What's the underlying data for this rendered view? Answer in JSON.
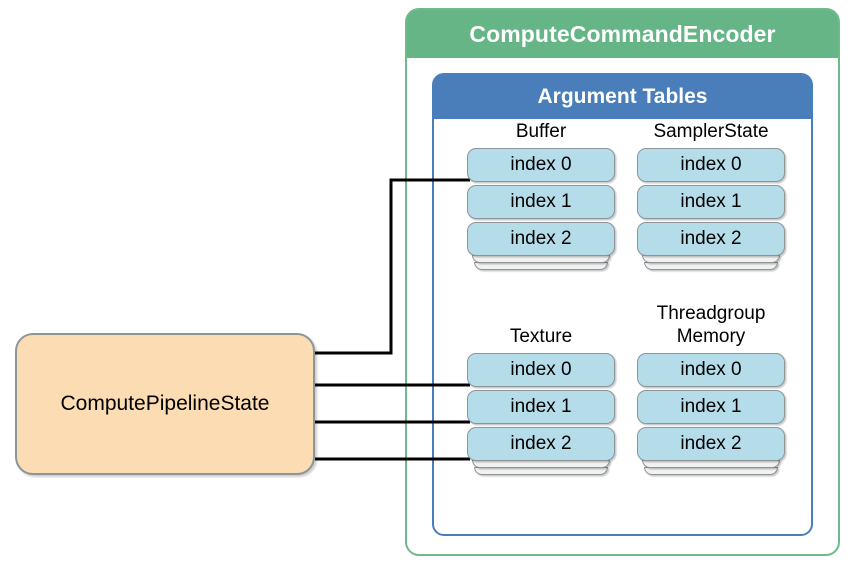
{
  "diagram": {
    "title": "Metal ComputeCommandEncoder argument tables diagram",
    "colors": {
      "encoder_header": "#65b587",
      "encoder_border": "#6fb98a",
      "tables_header": "#4a7ebb",
      "tables_border": "#4a7ebb",
      "slot_fill": "#b5dde9",
      "slot_border": "#8d9599",
      "pipeline_fill": "#fbdcb3",
      "pipeline_border": "#8d9599",
      "connector": "#000000",
      "background": "#ffffff"
    }
  },
  "encoder": {
    "title": "ComputeCommandEncoder"
  },
  "argument_tables": {
    "title": "Argument Tables",
    "columns": [
      {
        "name": "buffer",
        "label": "Buffer",
        "slots": [
          {
            "label": "index 0"
          },
          {
            "label": "index 1"
          },
          {
            "label": "index 2"
          }
        ],
        "has_overflow_sheets": true
      },
      {
        "name": "sampler-state",
        "label": "SamplerState",
        "slots": [
          {
            "label": "index 0"
          },
          {
            "label": "index 1"
          },
          {
            "label": "index 2"
          }
        ],
        "has_overflow_sheets": true
      },
      {
        "name": "texture",
        "label": "Texture",
        "slots": [
          {
            "label": "index 0"
          },
          {
            "label": "index 1"
          },
          {
            "label": "index 2"
          }
        ],
        "has_overflow_sheets": true
      },
      {
        "name": "threadgroup-memory",
        "label": "Threadgroup\nMemory",
        "slots": [
          {
            "label": "index 0"
          },
          {
            "label": "index 1"
          },
          {
            "label": "index 2"
          }
        ],
        "has_overflow_sheets": true
      }
    ]
  },
  "pipeline_state": {
    "label": "ComputePipelineState"
  },
  "connections": [
    {
      "from": "pipeline-state",
      "to": "buffer-index-0"
    },
    {
      "from": "pipeline-state",
      "to": "texture-index-0"
    },
    {
      "from": "pipeline-state",
      "to": "texture-index-1"
    },
    {
      "from": "pipeline-state",
      "to": "texture-index-2"
    }
  ]
}
